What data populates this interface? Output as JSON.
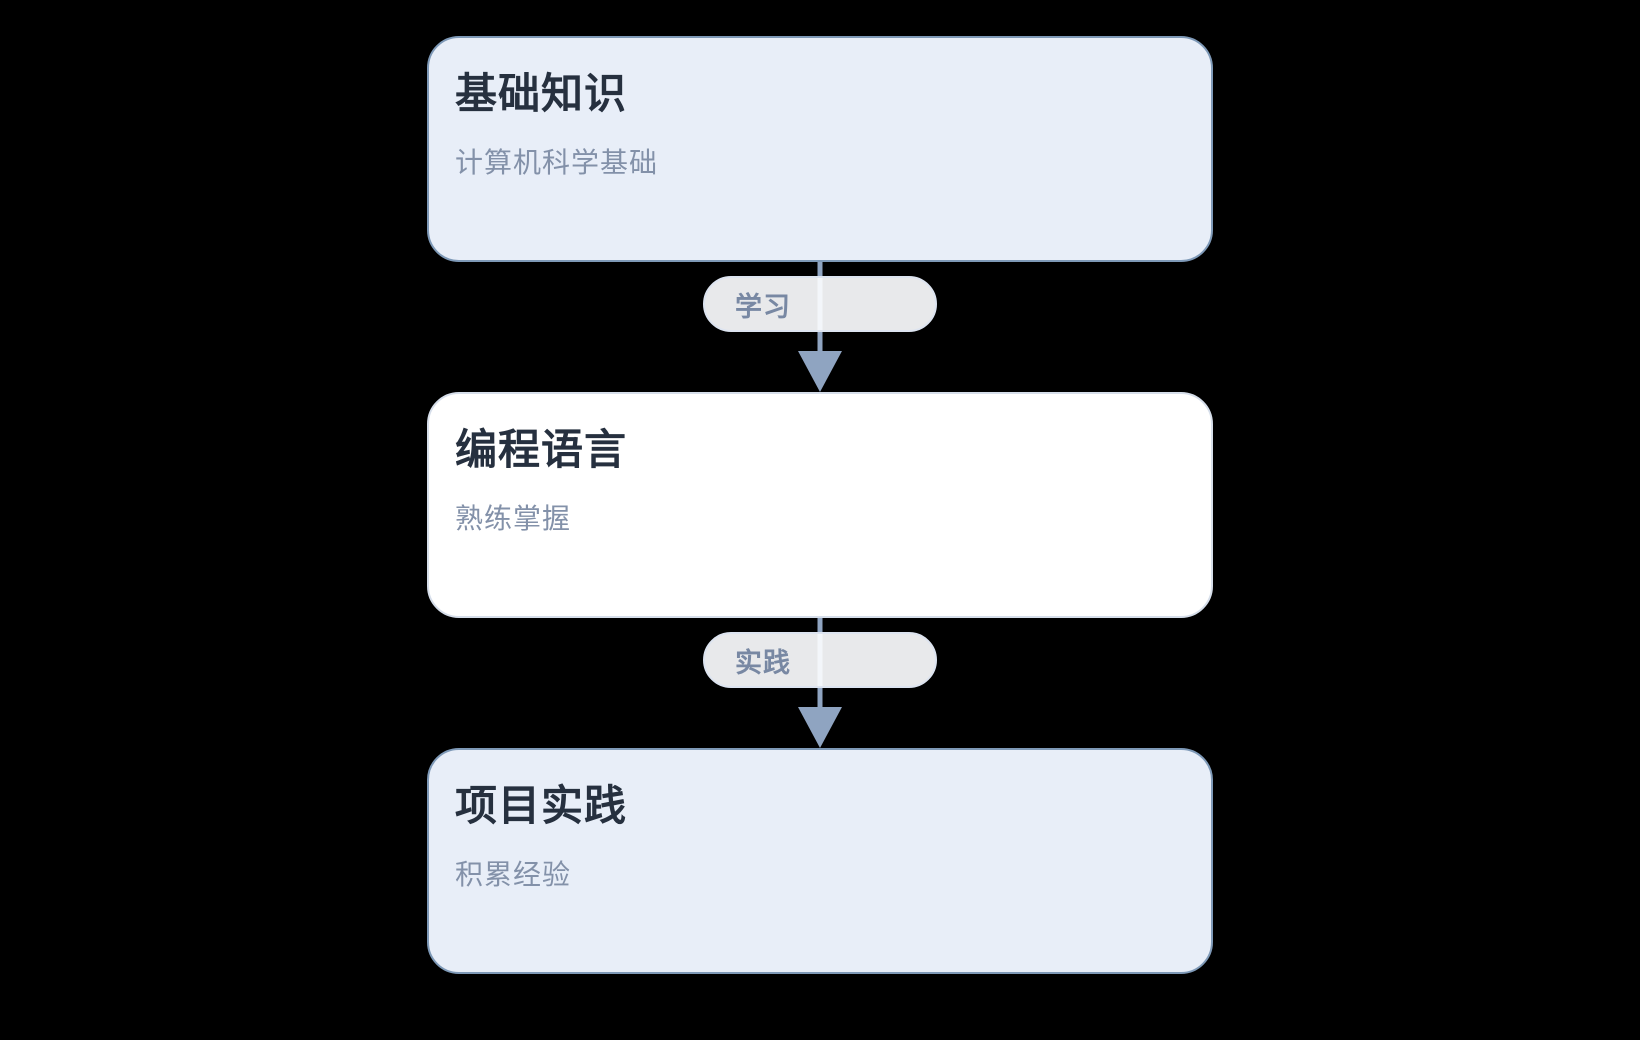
{
  "diagram": {
    "type": "flowchart-top-down",
    "nodes": [
      {
        "id": "foundations",
        "title": "基础知识",
        "subtitle": "计算机科学基础",
        "variant": "highlight"
      },
      {
        "id": "programming-language",
        "title": "编程语言",
        "subtitle": "熟练掌握",
        "variant": "plain"
      },
      {
        "id": "project-practice",
        "title": "项目实践",
        "subtitle": "积累经验",
        "variant": "highlight"
      }
    ],
    "edges": [
      {
        "from": "foundations",
        "to": "programming-language",
        "label": "学习"
      },
      {
        "from": "programming-language",
        "to": "project-practice",
        "label": "实践"
      }
    ],
    "colors": {
      "canvas_background": "#000000",
      "highlight_node_fill": "#e8eef8",
      "highlight_node_border": "#7e99b7",
      "plain_node_fill": "#ffffff",
      "plain_node_border": "#d6deea",
      "title_text": "#26303f",
      "subtitle_text": "#8391a9",
      "arrow": "#8fa4c1",
      "edge_label_fill": "#fcfdff",
      "edge_label_border": "#dde4f0",
      "edge_label_text": "#7888a3"
    }
  }
}
